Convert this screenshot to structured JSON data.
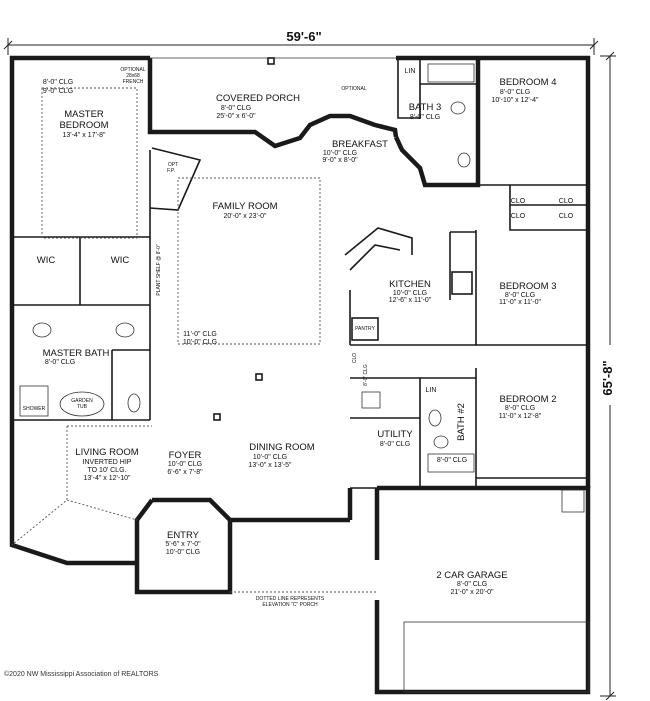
{
  "overall": {
    "width": "59'-6\"",
    "depth": "65'-8\""
  },
  "rooms": [
    {
      "key": "master_bedroom",
      "name": "MASTER\nBEDROOM",
      "dims": "13'-4\" x 17'-8\"",
      "ceiling": "9'-0\" CLG"
    },
    {
      "key": "covered_porch",
      "name": "COVERED PORCH",
      "ceiling": "8'-0\" CLG",
      "dims": "25'-0\" x 6'-0\""
    },
    {
      "key": "bath3",
      "name": "BATH 3",
      "ceiling": "8'-0\" CLG"
    },
    {
      "key": "bedroom4",
      "name": "BEDROOM 4",
      "ceiling": "8'-0\" CLG",
      "dims": "10'-10\" x 12'-4\""
    },
    {
      "key": "breakfast",
      "name": "BREAKFAST",
      "ceiling": "10'-0\" CLG",
      "dims": "9'-0\" x 8'-0\""
    },
    {
      "key": "family_room",
      "name": "FAMILY ROOM",
      "dims": "20'-0\" x 23'-0\"",
      "ceiling": "11'-0\" CLG",
      "ceiling2": "10'-0\" CLG"
    },
    {
      "key": "kitchen",
      "name": "KITCHEN",
      "ceiling": "10'-0\" CLG",
      "dims": "12'-6\" x 11'-0\""
    },
    {
      "key": "bedroom3",
      "name": "BEDROOM 3",
      "ceiling": "8'-0\" CLG",
      "dims": "11'-0\" x 11'-0\""
    },
    {
      "key": "master_bath",
      "name": "MASTER BATH",
      "ceiling": "8'-0\" CLG"
    },
    {
      "key": "bedroom2",
      "name": "BEDROOM 2",
      "ceiling": "8'-0\" CLG",
      "dims": "11'-0\" x 12'-8\""
    },
    {
      "key": "living_room",
      "name": "LIVING ROOM",
      "note": "INVERTED HIP\nTO 10' CLG.",
      "dims": "13'-4\" x 12'-10\""
    },
    {
      "key": "foyer",
      "name": "FOYER",
      "ceiling": "10'-0\" CLG",
      "dims": "6'-6\" x 7'-8\""
    },
    {
      "key": "dining_room",
      "name": "DINING ROOM",
      "ceiling": "10'-0\" CLG",
      "dims": "13'-0\" x 13'-5\""
    },
    {
      "key": "utility",
      "name": "UTILITY",
      "ceiling": "8'-0\" CLG"
    },
    {
      "key": "bath2",
      "name": "BATH #2",
      "ceiling": "8'-0\" CLG"
    },
    {
      "key": "entry",
      "name": "ENTRY",
      "dims": "5'-6\" x 7'-0\"",
      "ceiling": "10'-0\" CLG"
    },
    {
      "key": "garage",
      "name": "2 CAR GARAGE",
      "ceiling": "8'-0\" CLG",
      "dims": "21'-0\" x 20'-0\""
    }
  ],
  "small_labels": {
    "master_clg": "8'-0\" CLG",
    "wic": "WIC",
    "lin": "LIN",
    "clo": "CLO",
    "optional_french": "OPTIONAL\n28x68\nFRENCH",
    "optional": "OPTIONAL",
    "opt_fp": "OPT\nF.P.",
    "plant_shelf": "PLANT SHELF @ 8'-0\"",
    "pantry": "PANTRY",
    "garden_tub": "GARDEN\nTUB",
    "shower": "SHOWER",
    "dotted_line_note": "DOTTED LINE REPRESENTS\nELEVATION \"C\" PORCH"
  },
  "copyright": "©2020 NW Mississippi Association of REALTORS"
}
